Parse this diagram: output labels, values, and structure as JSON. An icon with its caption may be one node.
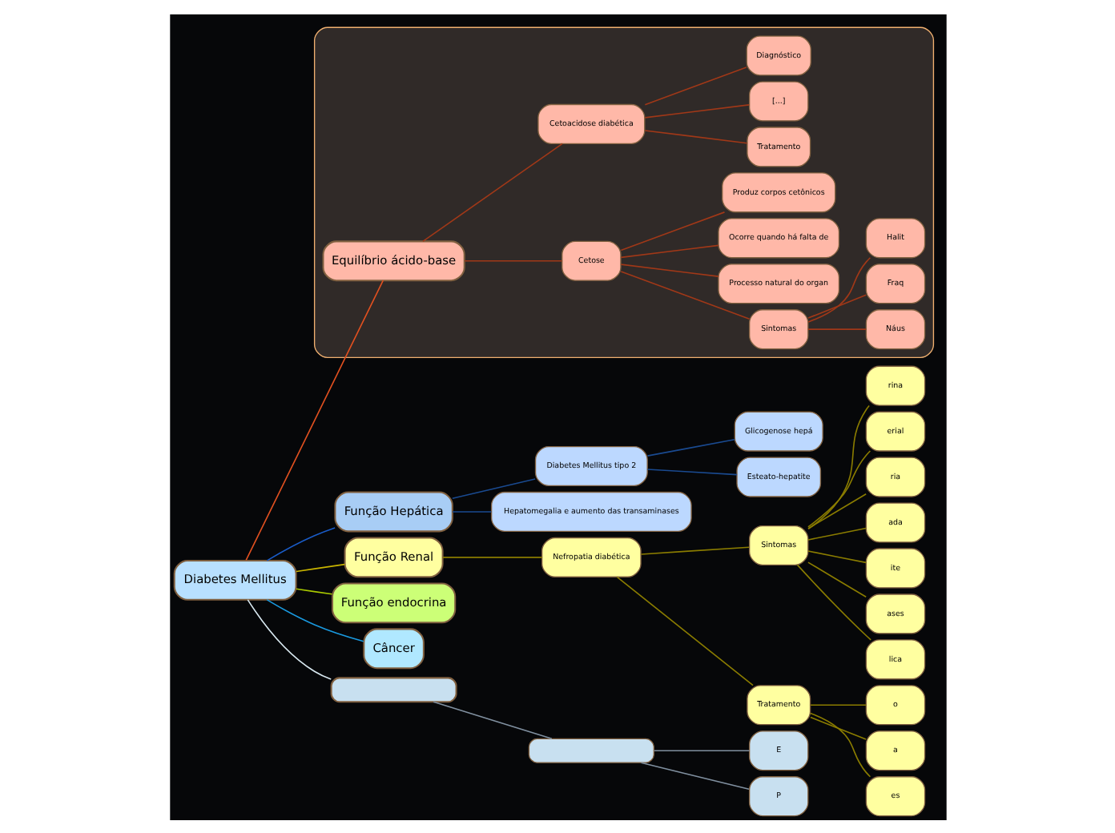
{
  "diagram": {
    "nodes": [
      {
        "text": [
          "Diabetes Mellitus"
        ]
      },
      {
        "text": [
          "Função Hepática"
        ]
      },
      {
        "text": [
          "Diabetes Mellitus tipo 2"
        ]
      },
      {
        "text": [
          "Glicogenose hepá"
        ]
      },
      {
        "text": [
          "Esteato-hepatite"
        ]
      },
      {
        "text": [
          "Hepatomegalia e aumento das transaminases"
        ]
      },
      {
        "text": [],
        "shape": "hexagon"
      },
      {
        "text": [
          "Equilíbrio ácido-base"
        ],
        "in": 6
      },
      {
        "text": [
          "Cetose"
        ],
        "in": 6
      },
      {
        "text": [
          "Sintomas"
        ],
        "in": 6
      },
      {
        "text": [
          "Náus"
        ],
        "in": 6
      },
      {
        "text": [
          "Fraq"
        ],
        "in": 6
      },
      {
        "text": [
          "Halit"
        ],
        "in": 6
      },
      {
        "text": [
          "Processo natural do organ"
        ],
        "in": 6
      },
      {
        "text": [
          "Ocorre quando há falta de"
        ],
        "in": 6
      },
      {
        "text": [
          "Produz corpos cetônicos"
        ],
        "in": 6
      },
      {
        "text": [
          "Cetoacidose diabética"
        ],
        "in": 6
      },
      {
        "text": [
          "Tratamento"
        ],
        "in": 6
      },
      {
        "text": [
          "[...]"
        ],
        "in": 6
      },
      {
        "text": [
          "Diagnóstico"
        ],
        "in": 6
      },
      {
        "text": [
          "Função Renal"
        ]
      },
      {
        "text": [
          "Nefropatia diabética"
        ]
      },
      {
        "text": [
          "Sintomas"
        ]
      },
      {
        "text": [
          "rina"
        ]
      },
      {
        "text": [
          "erial"
        ]
      },
      {
        "text": [
          "ria"
        ]
      },
      {
        "text": [
          "ada"
        ]
      },
      {
        "text": [
          "ite"
        ]
      },
      {
        "text": [
          "ases"
        ]
      },
      {
        "text": [
          "lica"
        ]
      },
      {
        "text": [
          "Tratamento"
        ]
      },
      {
        "text": [
          "o"
        ]
      },
      {
        "text": [
          "a"
        ]
      },
      {
        "text": [
          "es"
        ]
      },
      {
        "text": [
          "Função endocrina"
        ]
      },
      {
        "text": [
          "Câncer"
        ]
      },
      {
        "text": [],
        "shape": "box"
      },
      {
        "text": [],
        "shape": "box"
      },
      {
        "text": [
          "E"
        ]
      },
      {
        "text": [
          "P"
        ]
      }
    ],
    "edges": [
      {
        "from": 0,
        "to": 1,
        "arrow": "none",
        "color": "#1a5cc8"
      },
      {
        "from": 1,
        "to": 2,
        "arrow": "none",
        "color": "#1a4a90"
      },
      {
        "from": 2,
        "to": 3,
        "arrow": "none",
        "color": "#1a4a90"
      },
      {
        "from": 2,
        "to": 4,
        "arrow": "none",
        "color": "#1a4a90"
      },
      {
        "from": 1,
        "to": 5,
        "arrow": "none",
        "color": "#1a4a90"
      },
      {
        "from": 0,
        "to": 7,
        "arrow": "none",
        "color": "#e05020"
      },
      {
        "from": 7,
        "to": 8,
        "arrow": "none",
        "color": "#a03818"
      },
      {
        "from": 8,
        "to": 9,
        "arrow": "none",
        "color": "#a03818"
      },
      {
        "from": 9,
        "to": 10,
        "arrow": "none",
        "color": "#a03818"
      },
      {
        "from": 9,
        "to": 11,
        "arrow": "none",
        "color": "#a03818"
      },
      {
        "from": 9,
        "to": 12,
        "arrow": "none",
        "color": "#a03818"
      },
      {
        "from": 8,
        "to": 13,
        "arrow": "none",
        "color": "#a03818"
      },
      {
        "from": 8,
        "to": 14,
        "arrow": "none",
        "color": "#a03818"
      },
      {
        "from": 8,
        "to": 15,
        "arrow": "none",
        "color": "#a03818"
      },
      {
        "from": 7,
        "to": 16,
        "arrow": "none",
        "color": "#a03818"
      },
      {
        "from": 16,
        "to": 17,
        "arrow": "none",
        "color": "#a03818"
      },
      {
        "from": 16,
        "to": 18,
        "arrow": "none",
        "color": "#a03818"
      },
      {
        "from": 16,
        "to": 19,
        "arrow": "none",
        "color": "#a03818"
      },
      {
        "from": 0,
        "to": 20,
        "arrow": "none",
        "color": "#c8b400"
      },
      {
        "from": 20,
        "to": 21,
        "arrow": "none",
        "color": "#8a7c00"
      },
      {
        "from": 21,
        "to": 22,
        "arrow": "none",
        "color": "#8a7c00"
      },
      {
        "from": 22,
        "to": 23,
        "arrow": "none",
        "color": "#8a7c00"
      },
      {
        "from": 22,
        "to": 24,
        "arrow": "none",
        "color": "#8a7c00"
      },
      {
        "from": 22,
        "to": 25,
        "arrow": "none",
        "color": "#8a7c00"
      },
      {
        "from": 22,
        "to": 26,
        "arrow": "none",
        "color": "#8a7c00"
      },
      {
        "from": 22,
        "to": 27,
        "arrow": "none",
        "color": "#8a7c00"
      },
      {
        "from": 22,
        "to": 28,
        "arrow": "none",
        "color": "#8a7c00"
      },
      {
        "from": 22,
        "to": 29,
        "arrow": "none",
        "color": "#8a7c00"
      },
      {
        "from": 21,
        "to": 30,
        "arrow": "none",
        "color": "#8a7c00"
      },
      {
        "from": 30,
        "to": 31,
        "arrow": "none",
        "color": "#8a7c00"
      },
      {
        "from": 30,
        "to": 32,
        "arrow": "none",
        "color": "#8a7c00"
      },
      {
        "from": 30,
        "to": 33,
        "arrow": "none",
        "color": "#8a7c00"
      },
      {
        "from": 0,
        "to": 34,
        "arrow": "none",
        "color": "#a8c800"
      },
      {
        "from": 0,
        "to": 35,
        "arrow": "none",
        "color": "#1a9ae0"
      },
      {
        "from": 0,
        "to": 36,
        "arrow": "none",
        "color": "#d8e8f0"
      },
      {
        "from": 36,
        "to": 37,
        "arrow": "none",
        "color": "#8090a0"
      },
      {
        "from": 37,
        "to": 38,
        "arrow": "none",
        "color": "#8090a0"
      },
      {
        "from": 37,
        "to": 39,
        "arrow": "none",
        "color": "#8090a0"
      }
    ]
  }
}
